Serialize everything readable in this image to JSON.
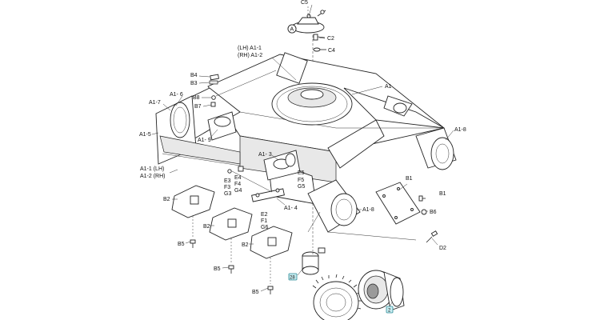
{
  "labels": {
    "c5": "C5",
    "a_circle": "A",
    "c2": "C2",
    "c4": "C4",
    "lh_a1_1": "(LH) A1-1",
    "rh_a1_2": "(RH) A1-2",
    "a1": "A1",
    "b4": "B4",
    "b3": "B3",
    "a1_6": "A1- 6",
    "b8": "B8",
    "a1_7": "A1-7",
    "b7": "B7",
    "a1_8_right": "A1-8",
    "a1_9": "A1- 9",
    "a1_5": "A1-5",
    "a1_3": "A1- 3",
    "a1_1_lh": "A1-1 (LH)",
    "a1_2_rh": "A1-2 (RH)",
    "e4": "E4",
    "f4": "F4",
    "g4": "G4",
    "e3": "E3",
    "f3": "F3",
    "g3": "G3",
    "e5": "E5",
    "f5": "F5",
    "g5": "G5",
    "b1_top": "B1",
    "b1_bottom": "B1",
    "b6": "B6",
    "b2_a": "B2",
    "b2_b": "B2",
    "b2_c": "B2",
    "e2": "E2",
    "f1": "F1",
    "g6": "G6",
    "a1_4": "A1- 4",
    "a1_8_lower": "A1-8",
    "b5_a": "B5",
    "b5_b": "B5",
    "b5_c": "B5",
    "d2": "D2",
    "callout_motor": "28",
    "callout_drive": "2"
  },
  "colors": {
    "ink": "#222222",
    "callout_fill": "#c9eef2",
    "callout_stroke": "#2c8a96"
  }
}
